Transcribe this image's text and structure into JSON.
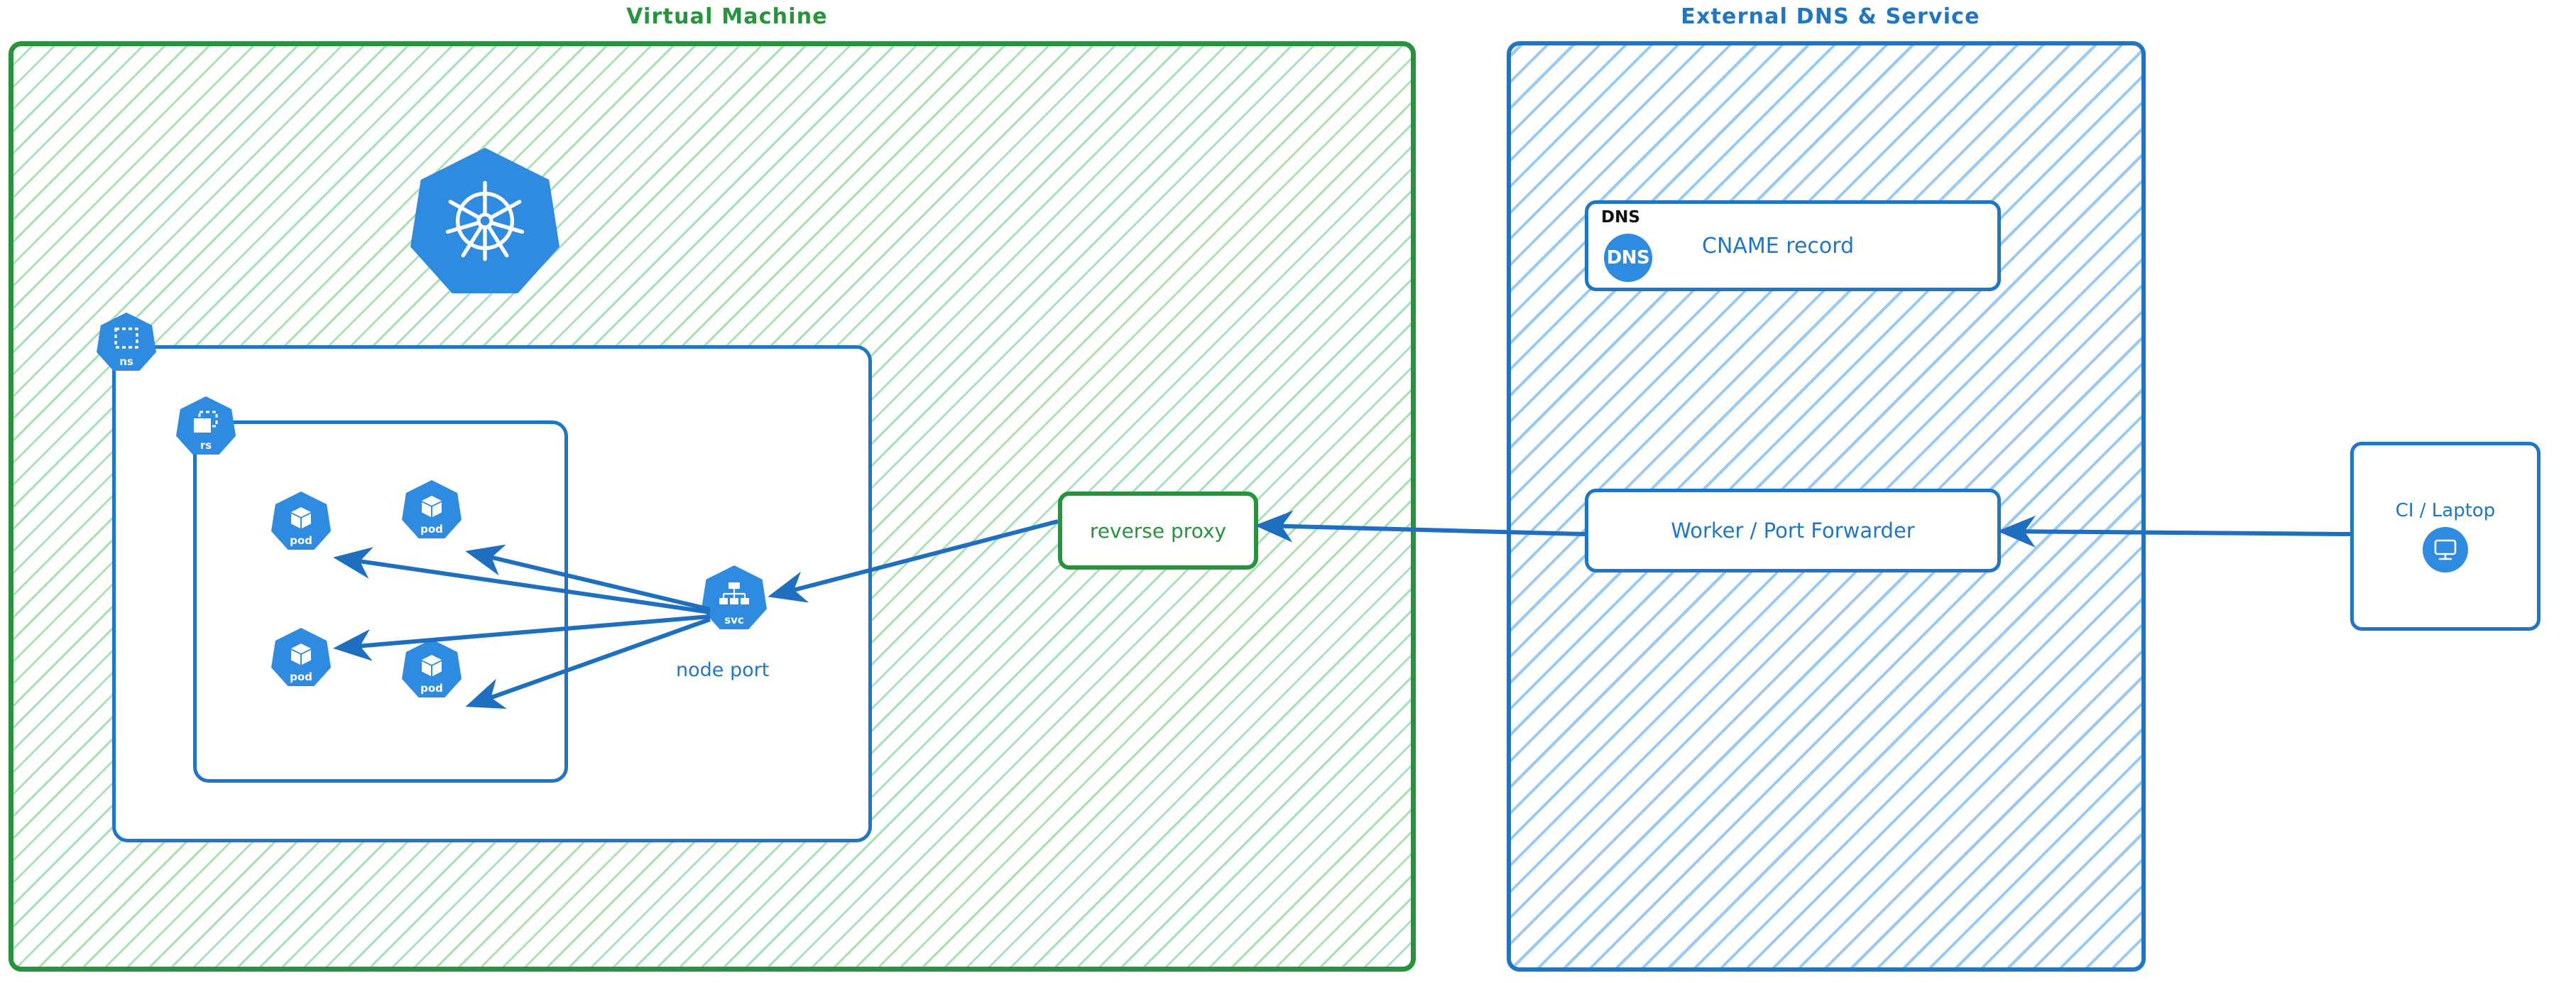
{
  "groups": {
    "vm": {
      "title": "Virtual Machine",
      "color": "#27933C"
    },
    "external": {
      "title": "External DNS & Service",
      "color": "#1F76C4"
    }
  },
  "vm": {
    "k8s_logo": {
      "name": "kubernetes-logo",
      "tag": ""
    },
    "namespace": {
      "tag": "ns",
      "icon": "dashed-square-icon"
    },
    "replicaset": {
      "tag": "rs",
      "icon": "stacked-rectangles-icon"
    },
    "pods": [
      {
        "tag": "pod",
        "icon": "cube-icon"
      },
      {
        "tag": "pod",
        "icon": "cube-icon"
      },
      {
        "tag": "pod",
        "icon": "cube-icon"
      },
      {
        "tag": "pod",
        "icon": "cube-icon"
      }
    ],
    "service": {
      "tag": "svc",
      "icon": "service-tree-icon",
      "caption": "node port"
    },
    "reverse_proxy": {
      "label": "reverse proxy",
      "color": "#27933C"
    }
  },
  "external": {
    "dns_card": {
      "type_label": "DNS",
      "badge_text": "DNS",
      "label": "CNAME record"
    },
    "worker_card": {
      "label": "Worker / Port Forwarder"
    }
  },
  "client": {
    "label": "CI / Laptop",
    "icon": "desktop-monitor-icon"
  },
  "colors": {
    "k8s_blue": "#2E8BE0",
    "stroke_blue": "#1F76C4",
    "green": "#27933C",
    "hatch_green": "#60C878",
    "hatch_blue": "#78B9F0"
  }
}
